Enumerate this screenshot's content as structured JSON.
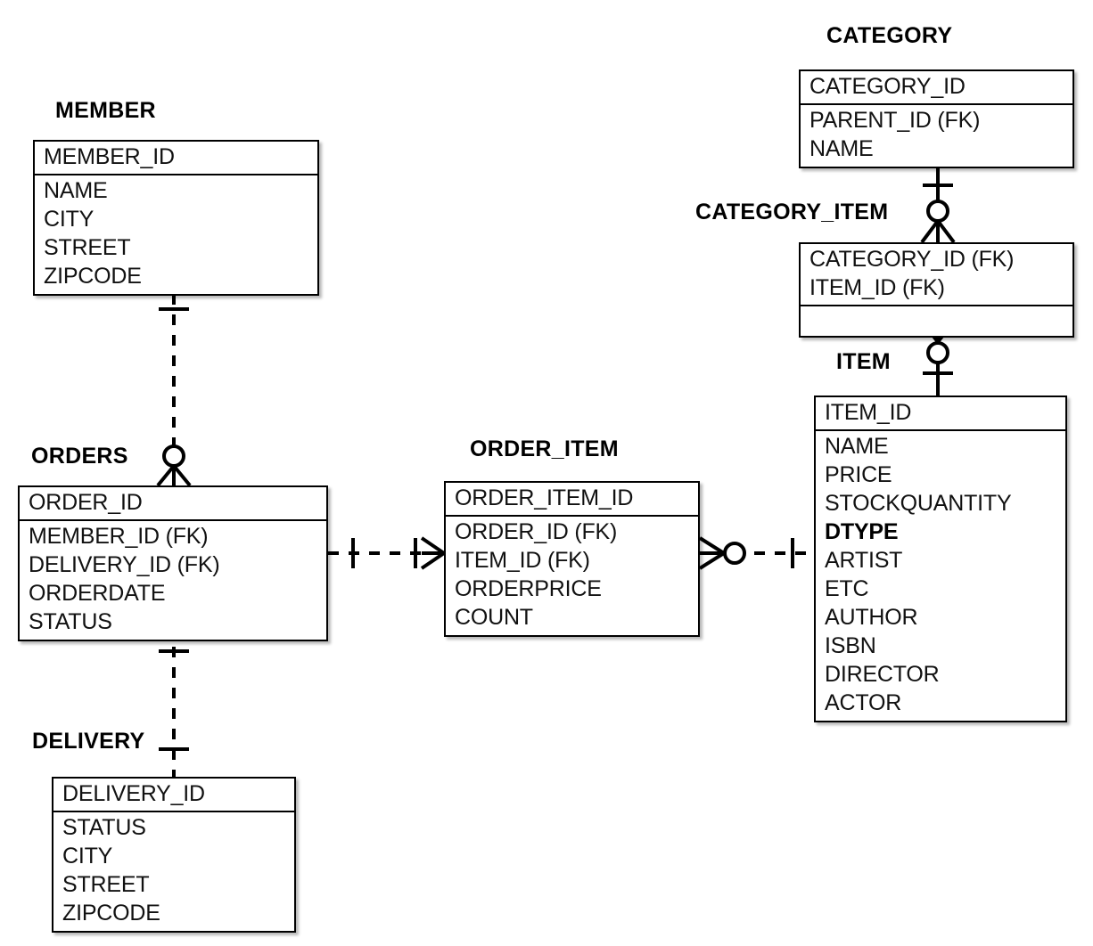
{
  "diagram": {
    "type": "entity-relationship-diagram",
    "notation": "crow's-foot (IE) with identifying/non-identifying dashed lines",
    "background_color": "#ffffff",
    "line_color": "#000000"
  },
  "entities": [
    {
      "id": "member",
      "title": "MEMBER",
      "keys": [
        "MEMBER_ID"
      ],
      "attributes": [
        "NAME",
        "CITY",
        "STREET",
        "ZIPCODE"
      ]
    },
    {
      "id": "orders",
      "title": "ORDERS",
      "keys": [
        "ORDER_ID"
      ],
      "attributes": [
        "MEMBER_ID (FK)",
        "DELIVERY_ID (FK)",
        "ORDERDATE",
        "STATUS"
      ]
    },
    {
      "id": "delivery",
      "title": "DELIVERY",
      "keys": [
        "DELIVERY_ID"
      ],
      "attributes": [
        "STATUS",
        "CITY",
        "STREET",
        "ZIPCODE"
      ]
    },
    {
      "id": "order_item",
      "title": "ORDER_ITEM",
      "keys": [
        "ORDER_ITEM_ID"
      ],
      "attributes": [
        "ORDER_ID (FK)",
        "ITEM_ID (FK)",
        "ORDERPRICE",
        "COUNT"
      ]
    },
    {
      "id": "item",
      "title": "ITEM",
      "keys": [
        "ITEM_ID"
      ],
      "attributes": [
        "NAME",
        "PRICE",
        "STOCKQUANTITY",
        "DTYPE",
        "ARTIST",
        "ETC",
        "AUTHOR",
        "ISBN",
        "DIRECTOR",
        "ACTOR"
      ],
      "bold_attributes": [
        "DTYPE"
      ]
    },
    {
      "id": "category",
      "title": "CATEGORY",
      "keys": [
        "CATEGORY_ID"
      ],
      "attributes": [
        "PARENT_ID (FK)",
        "NAME"
      ]
    },
    {
      "id": "category_item",
      "title": "CATEGORY_ITEM",
      "keys": [
        "CATEGORY_ID (FK)",
        "ITEM_ID (FK)"
      ],
      "attributes": []
    }
  ],
  "relationships": [
    {
      "id": "member-orders",
      "from": "MEMBER",
      "to": "ORDERS",
      "line_style": "dashed",
      "from_cardinality": "one",
      "to_cardinality": "zero-or-many"
    },
    {
      "id": "orders-delivery",
      "from": "ORDERS",
      "to": "DELIVERY",
      "line_style": "dashed",
      "from_cardinality": "one",
      "to_cardinality": "one"
    },
    {
      "id": "orders-order_item",
      "from": "ORDERS",
      "to": "ORDER_ITEM",
      "line_style": "dashed",
      "from_cardinality": "one",
      "to_cardinality": "one-or-many"
    },
    {
      "id": "order_item-item",
      "from": "ORDER_ITEM",
      "to": "ITEM",
      "line_style": "dashed",
      "from_cardinality": "zero-or-many",
      "to_cardinality": "one"
    },
    {
      "id": "category-category_item",
      "from": "CATEGORY",
      "to": "CATEGORY_ITEM",
      "line_style": "solid",
      "from_cardinality": "one",
      "to_cardinality": "zero-or-many"
    },
    {
      "id": "category_item-item",
      "from": "CATEGORY_ITEM",
      "to": "ITEM",
      "line_style": "solid",
      "from_cardinality": "zero-or-many",
      "to_cardinality": "one"
    }
  ]
}
